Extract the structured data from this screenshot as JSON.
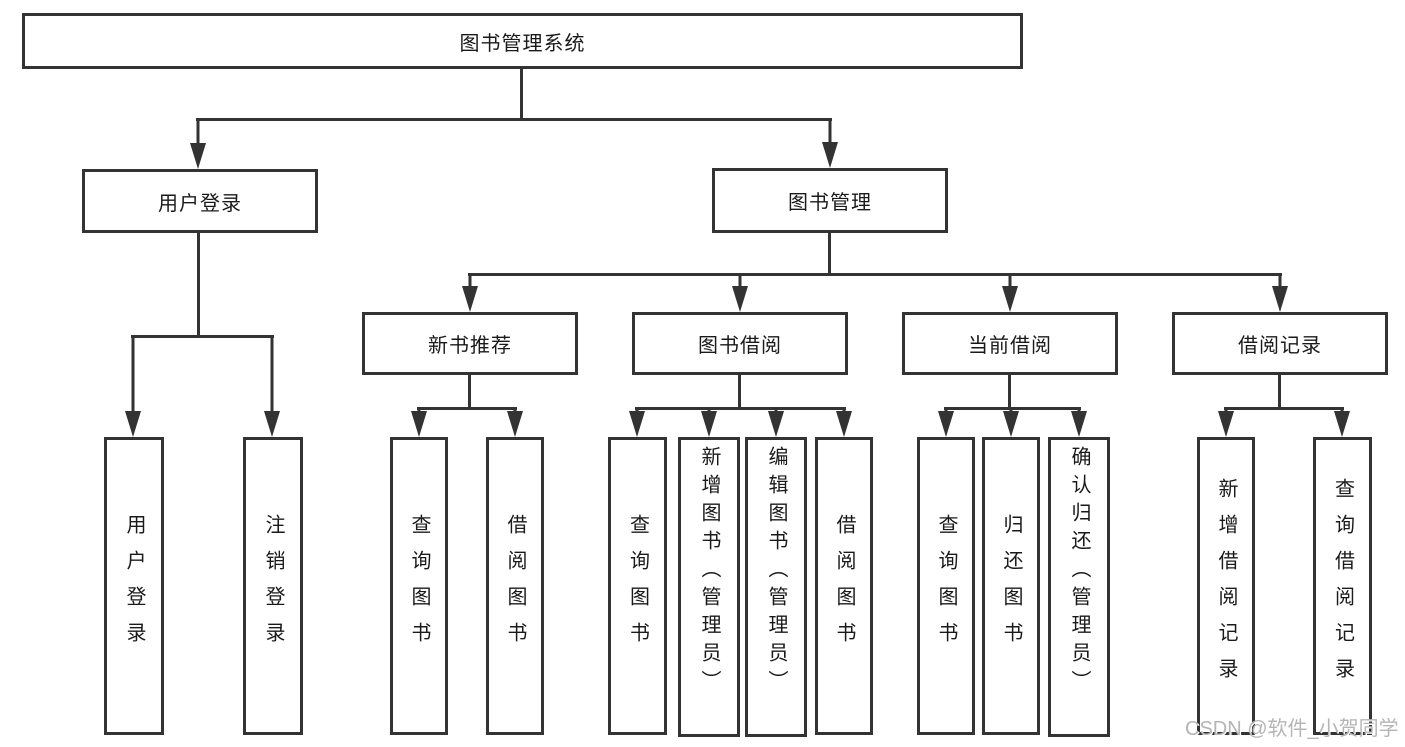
{
  "diagram": {
    "root": {
      "label": "图书管理系统"
    },
    "branches": [
      {
        "label": "用户登录",
        "children": [
          {
            "label": "用户登录"
          },
          {
            "label": "注销登录"
          }
        ]
      },
      {
        "label": "图书管理",
        "children": [
          {
            "label": "新书推荐",
            "children": [
              {
                "label": "查询图书"
              },
              {
                "label": "借阅图书"
              }
            ]
          },
          {
            "label": "图书借阅",
            "children": [
              {
                "label": "查询图书"
              },
              {
                "label": "新增图书（管理员）"
              },
              {
                "label": "编辑图书（管理员）"
              },
              {
                "label": "借阅图书"
              }
            ]
          },
          {
            "label": "当前借阅",
            "children": [
              {
                "label": "查询图书"
              },
              {
                "label": "归还图书"
              },
              {
                "label": "确认归还（管理员）"
              }
            ]
          },
          {
            "label": "借阅记录",
            "children": [
              {
                "label": "新增借阅记录"
              },
              {
                "label": "查询借阅记录"
              }
            ]
          }
        ]
      }
    ]
  },
  "watermark": {
    "text": "CSDN @软件_小贺同学"
  },
  "colors": {
    "line": "#333333",
    "text": "#1a1a1a",
    "watermark": "#b5b5b5",
    "background": "#ffffff"
  }
}
